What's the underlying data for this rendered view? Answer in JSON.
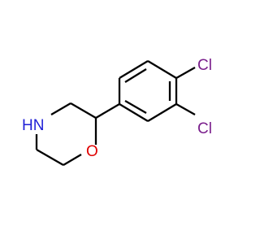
{
  "molecule": {
    "atom_labels": {
      "amine": "HN",
      "oxygen": "O",
      "chlorine_para": "Cl",
      "chlorine_meta": "Cl"
    }
  },
  "colors": {
    "bond": "#000000",
    "amine_label": "#1f1fd6",
    "oxygen_label": "#e00000",
    "chlorine_label": "#7a1f8c"
  }
}
